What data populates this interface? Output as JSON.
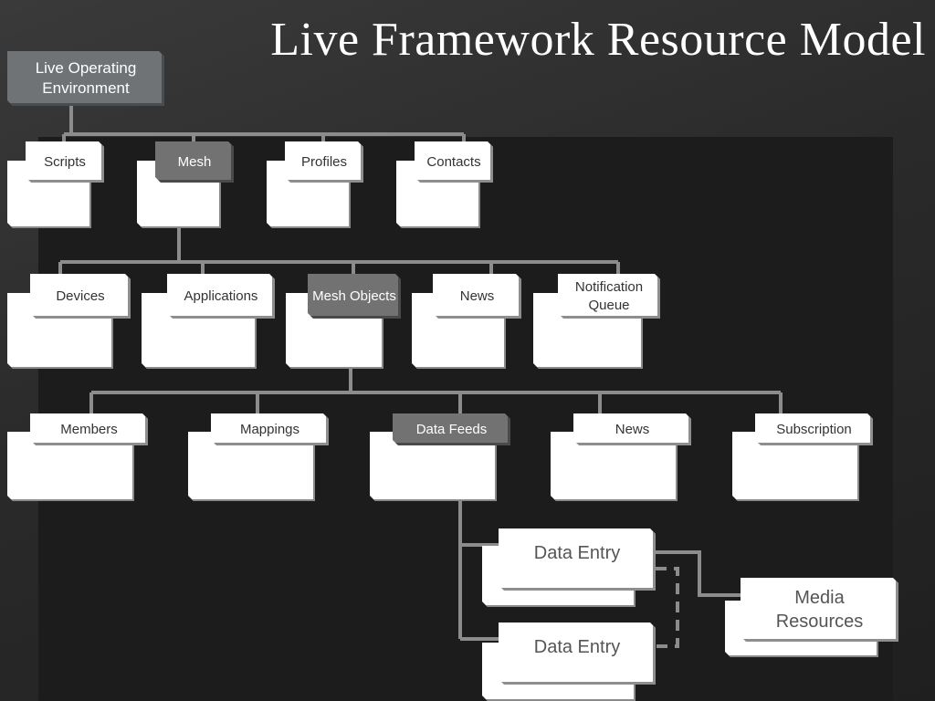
{
  "title": "Live Framework Resource Model",
  "nodes": {
    "root": "Live Operating Environment",
    "scripts": "Scripts",
    "mesh": "Mesh",
    "profiles": "Profiles",
    "contacts": "Contacts",
    "devices": "Devices",
    "applications": "Applications",
    "mesh_objects": "Mesh Objects",
    "news_1": "News",
    "notification_queue": "Notification Queue",
    "members": "Members",
    "mappings": "Mappings",
    "data_feeds": "Data Feeds",
    "news_2": "News",
    "subscription": "Subscription",
    "data_entry_1": "Data Entry",
    "data_entry_2": "Data Entry",
    "media_resources": "Media Resources"
  },
  "colors": {
    "background": "#2a2a2a",
    "box": "#ffffff",
    "highlight_box": "#727272",
    "connector": "#8c8c8c"
  }
}
